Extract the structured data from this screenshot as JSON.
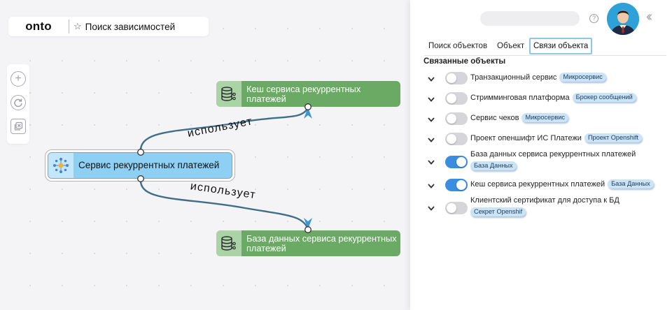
{
  "app": {
    "logo": "onto",
    "search_label": "Поиск зависимостей"
  },
  "graph": {
    "nodes": {
      "cache": {
        "label_1": "Кеш сервиса рекуррентных",
        "label_2": "платежей"
      },
      "service": {
        "label": "Сервис рекуррентных платежей"
      },
      "db": {
        "label_1": "База данных сервиса рекуррентных",
        "label_2": "платежей"
      }
    },
    "edges": {
      "top_label": "использует",
      "bottom_label": "использует"
    }
  },
  "panel": {
    "tabs": [
      "Поиск объектов",
      "Объект",
      "Связи объекта"
    ],
    "active_tab": "Связи объекта",
    "section_title": "Связанные объекты",
    "rows": [
      {
        "name": "Транзакционный сервис",
        "badge": "Микросервис",
        "enabled": false
      },
      {
        "name": "Стримминговая платформа",
        "badge": "Брокер сообщений",
        "enabled": false
      },
      {
        "name": "Сервис чеков",
        "badge": "Микросервис",
        "enabled": false
      },
      {
        "name": "Проект опеншифт ИС Платежи",
        "badge": "Проект Openshift",
        "enabled": false
      },
      {
        "name": "База данных сервиса рекуррентных платежей",
        "badge": "База Данных",
        "enabled": true
      },
      {
        "name": "Кеш сервиса рекуррентных платежей",
        "badge": "База Данных",
        "enabled": true
      },
      {
        "name": "Клиентский сертификат для доступа к БД",
        "badge": "Секрет Openshif",
        "enabled": false
      }
    ]
  },
  "colors": {
    "node_green": "#6aaa64",
    "node_blue": "#8dd0f3",
    "edge": "#3f6e86",
    "toggle_on": "#3b8de0",
    "badge_bg": "#cbe3f6"
  },
  "icons": [
    "star-icon",
    "zoom-in-icon",
    "reset-icon",
    "clear-selection-icon",
    "database-icon",
    "service-icon",
    "help-icon",
    "collapse-panel-icon",
    "chevron-down-icon"
  ]
}
